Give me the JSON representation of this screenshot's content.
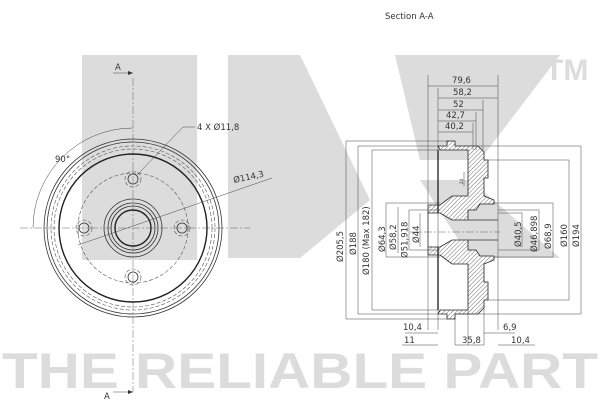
{
  "watermark": {
    "logo": "NK",
    "trademark": "TM",
    "tagline": "THE RELIABLE PART"
  },
  "section_title": "Section A-A",
  "front_view": {
    "section_marker_top": "A",
    "section_marker_bottom": "A",
    "angle": "90°",
    "bolt_holes": "4 X Ø11,8",
    "pitch_circle": "Ø114,3"
  },
  "section_view": {
    "top_dims": [
      "79,6",
      "58,2",
      "52",
      "42,7",
      "40,2"
    ],
    "left_diameters": [
      "Ø205,5",
      "Ø188",
      "Ø180 (Max 182)",
      "Ø64,3",
      "Ø58,2",
      "Ø51,918",
      "Ø44"
    ],
    "right_diameters": [
      "Ø40,5",
      "Ø46,898",
      "Ø68,9",
      "Ø160",
      "Ø194"
    ],
    "inner_dim": "24",
    "bottom_dims": {
      "row1_left": "10,4",
      "row1_right": "6,9",
      "row2_left": "11",
      "row2_mid": "35,8",
      "row2_right": "10,4"
    }
  }
}
